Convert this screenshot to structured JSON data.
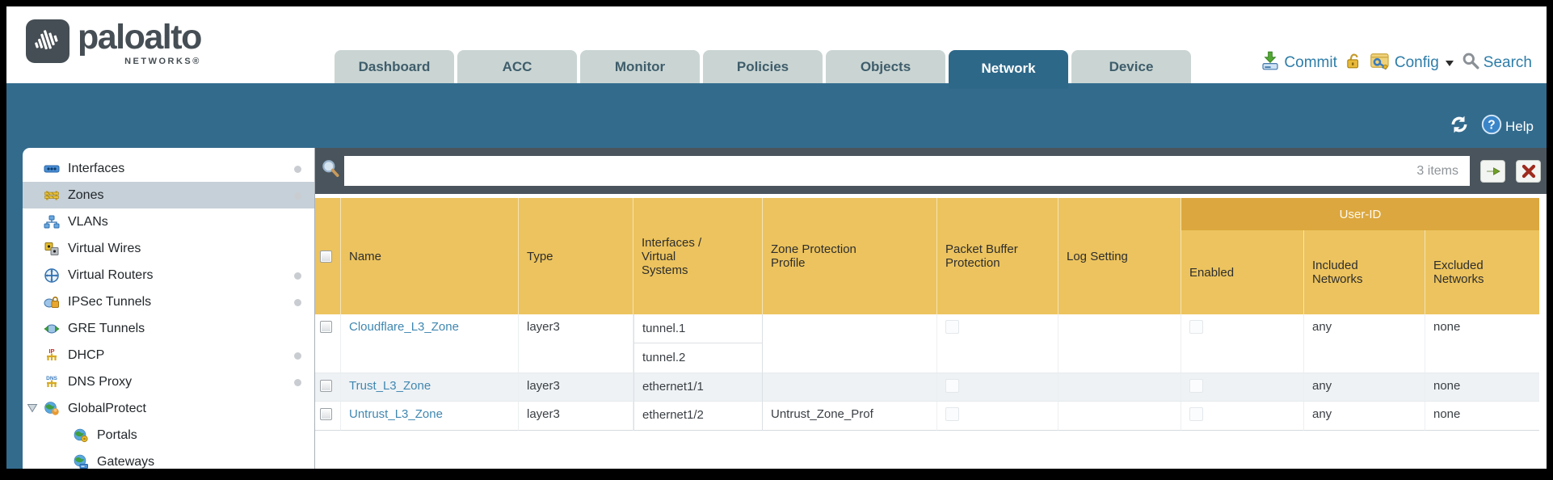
{
  "brand": {
    "name": "paloalto",
    "sub": "NETWORKS®"
  },
  "nav": {
    "tabs": [
      {
        "label": "Dashboard"
      },
      {
        "label": "ACC"
      },
      {
        "label": "Monitor"
      },
      {
        "label": "Policies"
      },
      {
        "label": "Objects"
      },
      {
        "label": "Network",
        "active": true
      },
      {
        "label": "Device"
      }
    ]
  },
  "utilities": {
    "commit": "Commit",
    "config": "Config",
    "search": "Search"
  },
  "band_tools": {
    "help": "Help"
  },
  "filter": {
    "value": "",
    "count": "3 items"
  },
  "sidebar": {
    "selected": "Zones",
    "items": [
      {
        "label": "Interfaces",
        "icon": "interfaces-icon",
        "dot": true
      },
      {
        "label": "Zones",
        "icon": "zones-icon",
        "dot": true,
        "selected": true
      },
      {
        "label": "VLANs",
        "icon": "vlans-icon"
      },
      {
        "label": "Virtual Wires",
        "icon": "virtual-wires-icon"
      },
      {
        "label": "Virtual Routers",
        "icon": "virtual-routers-icon",
        "dot": true
      },
      {
        "label": "IPSec Tunnels",
        "icon": "ipsec-tunnels-icon",
        "dot": true
      },
      {
        "label": "GRE Tunnels",
        "icon": "gre-tunnels-icon"
      },
      {
        "label": "DHCP",
        "icon": "dhcp-icon",
        "dot": true
      },
      {
        "label": "DNS Proxy",
        "icon": "dns-proxy-icon",
        "dot": true
      },
      {
        "label": "GlobalProtect",
        "icon": "globalprotect-icon",
        "expandable": true
      },
      {
        "label": "Portals",
        "icon": "portals-icon",
        "child": true
      },
      {
        "label": "Gateways",
        "icon": "gateways-icon",
        "child": true
      }
    ]
  },
  "table": {
    "group_header": "User-ID",
    "columns": {
      "name": "Name",
      "type": "Type",
      "interfaces": "Interfaces / Virtual Systems",
      "zpp": "Zone Protection Profile",
      "pbp": "Packet Buffer Protection",
      "log": "Log Setting",
      "enabled": "Enabled",
      "included": "Included Networks",
      "excluded": "Excluded Networks"
    },
    "rows": [
      {
        "name": "Cloudflare_L3_Zone",
        "type": "layer3",
        "interfaces": [
          "tunnel.1",
          "tunnel.2"
        ],
        "zone_protection_profile": "",
        "log_setting": "",
        "included_networks": "any",
        "excluded_networks": "none"
      },
      {
        "name": "Trust_L3_Zone",
        "type": "layer3",
        "interfaces": [
          "ethernet1/1"
        ],
        "zone_protection_profile": "",
        "log_setting": "",
        "included_networks": "any",
        "excluded_networks": "none"
      },
      {
        "name": "Untrust_L3_Zone",
        "type": "layer3",
        "interfaces": [
          "ethernet1/2"
        ],
        "zone_protection_profile": "Untrust_Zone_Prof",
        "log_setting": "",
        "included_networks": "any",
        "excluded_networks": "none"
      }
    ]
  },
  "colors": {
    "teal_band": "#336B8D",
    "active_tab": "#2E6889",
    "inactive_tab": "#CAD5D3",
    "header_amber": "#ECC35E",
    "userid_band": "#DCA73E",
    "link_blue": "#4187B0",
    "dark_strip": "#4A545C",
    "alt_row": "#EEF2F5",
    "util_link": "#2E7DA8"
  }
}
